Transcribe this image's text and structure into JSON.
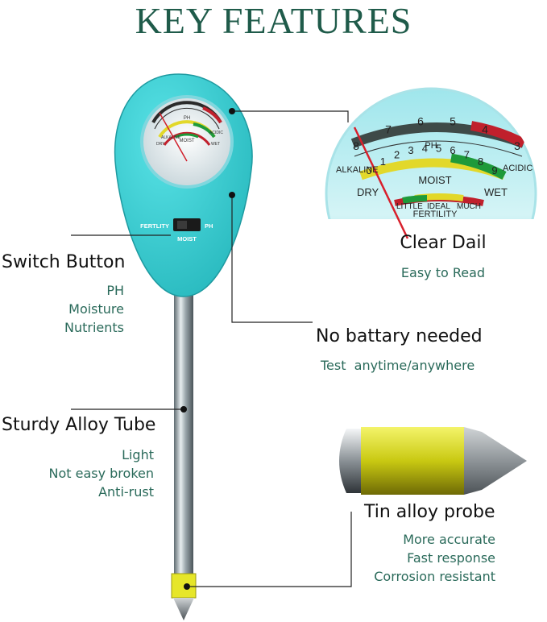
{
  "title": "KEY FEATURES",
  "colors": {
    "accent": "#1f5b4a",
    "body": "#3fd0d5",
    "probe_yellow": "#e6e629"
  },
  "meter": {
    "switch_left": "FERTLITY",
    "switch_right": "PH",
    "switch_bottom": "MOIST"
  },
  "dial": {
    "ph_label": "PH",
    "ph_ticks": [
      "8",
      "7",
      "6",
      "5",
      "4",
      "3"
    ],
    "alkaline": "ALKALINE",
    "acidic": "ACIDIC",
    "moist_ticks": [
      "0",
      "1",
      "2",
      "3",
      "4",
      "5",
      "6",
      "7",
      "8",
      "9"
    ],
    "moist_label": "MOIST",
    "dry": "DRY",
    "wet": "WET",
    "fert_little": "LITTLE",
    "fert_ideal": "IDEAL",
    "fert_much": "MUCH",
    "fert_label": "FERTILITY"
  },
  "features": {
    "clear_dial": {
      "heading": "Clear Dail",
      "lines": [
        "Easy to Read"
      ]
    },
    "switch_button": {
      "heading": "Switch Button",
      "lines": [
        "PH",
        "Moisture",
        "Nutrients"
      ]
    },
    "no_battery": {
      "heading": "No battary needed",
      "lines": [
        "Test  anytime/anywhere"
      ]
    },
    "alloy_tube": {
      "heading": "Sturdy Alloy Tube",
      "lines": [
        "Light",
        "Not easy broken",
        "Anti-rust"
      ]
    },
    "probe": {
      "heading": "Tin alloy probe",
      "lines": [
        "More accurate",
        "Fast response",
        "Corrosion resistant"
      ]
    }
  }
}
